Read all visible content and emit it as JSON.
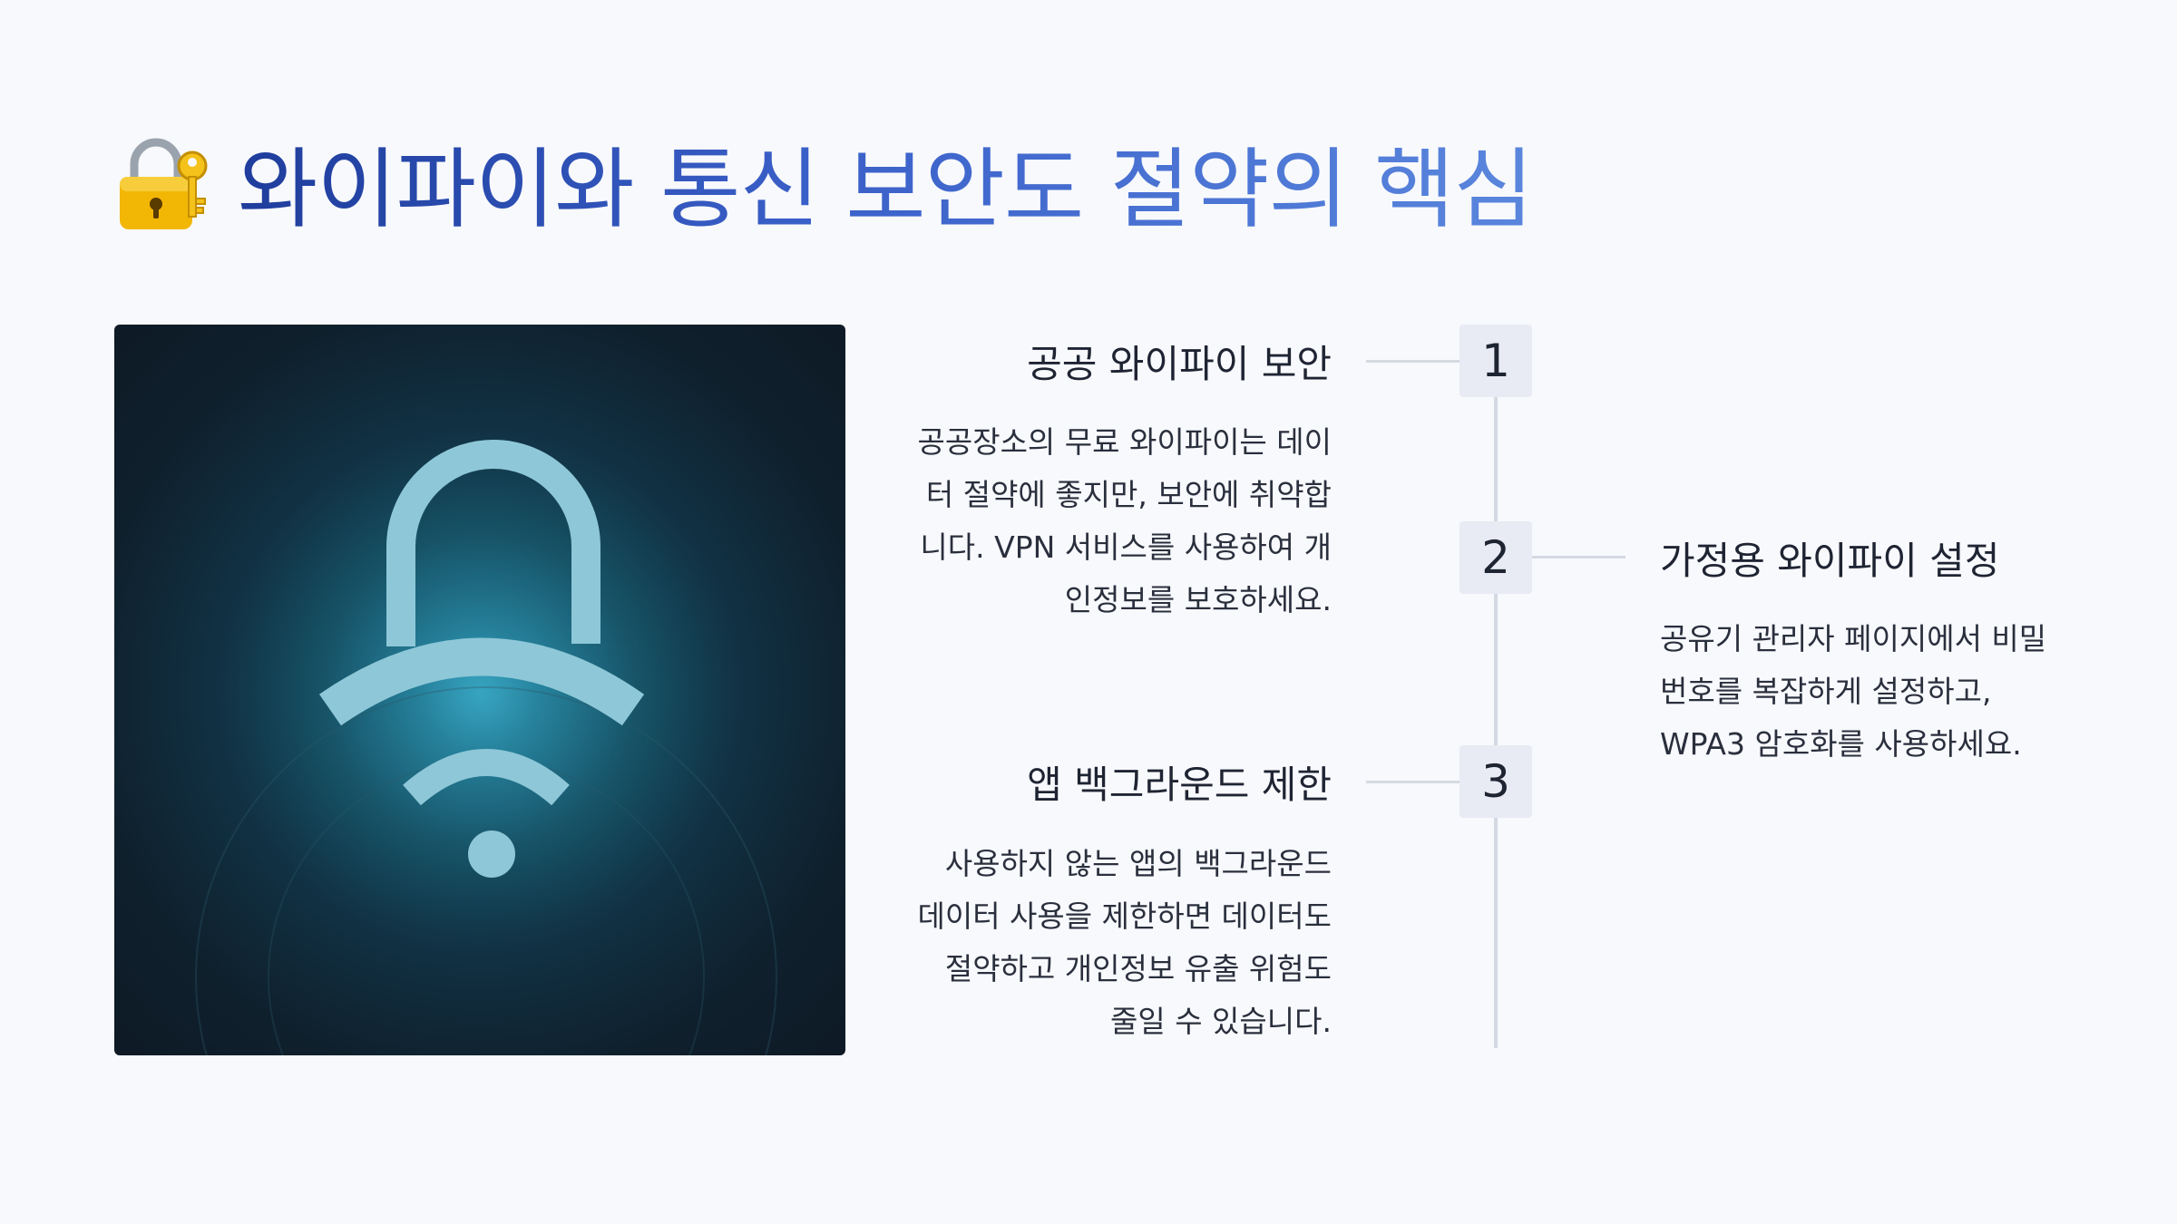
{
  "title": {
    "emoji": "locked-with-key",
    "text": "와이파이와 통신 보안도 절약의 핵심"
  },
  "image": {
    "icon": "wifi-lock-icon"
  },
  "steps": [
    {
      "number": "1",
      "title": "공공 와이파이 보안",
      "body": "공공장소의 무료 와이파이는 데이터 절약에 좋지만, 보안에 취약합니다. VPN 서비스를 사용하여 개인정보를 보호하세요."
    },
    {
      "number": "2",
      "title": "가정용 와이파이 설정",
      "body": "공유기 관리자 페이지에서 비밀번호를 복잡하게 설정하고, WPA3 암호화를 사용하세요."
    },
    {
      "number": "3",
      "title": "앱 백그라운드 제한",
      "body": "사용하지 않는 앱의 백그라운드 데이터 사용을 제한하면 데이터도 절약하고 개인정보 유출 위험도 줄일 수 있습니다."
    }
  ]
}
